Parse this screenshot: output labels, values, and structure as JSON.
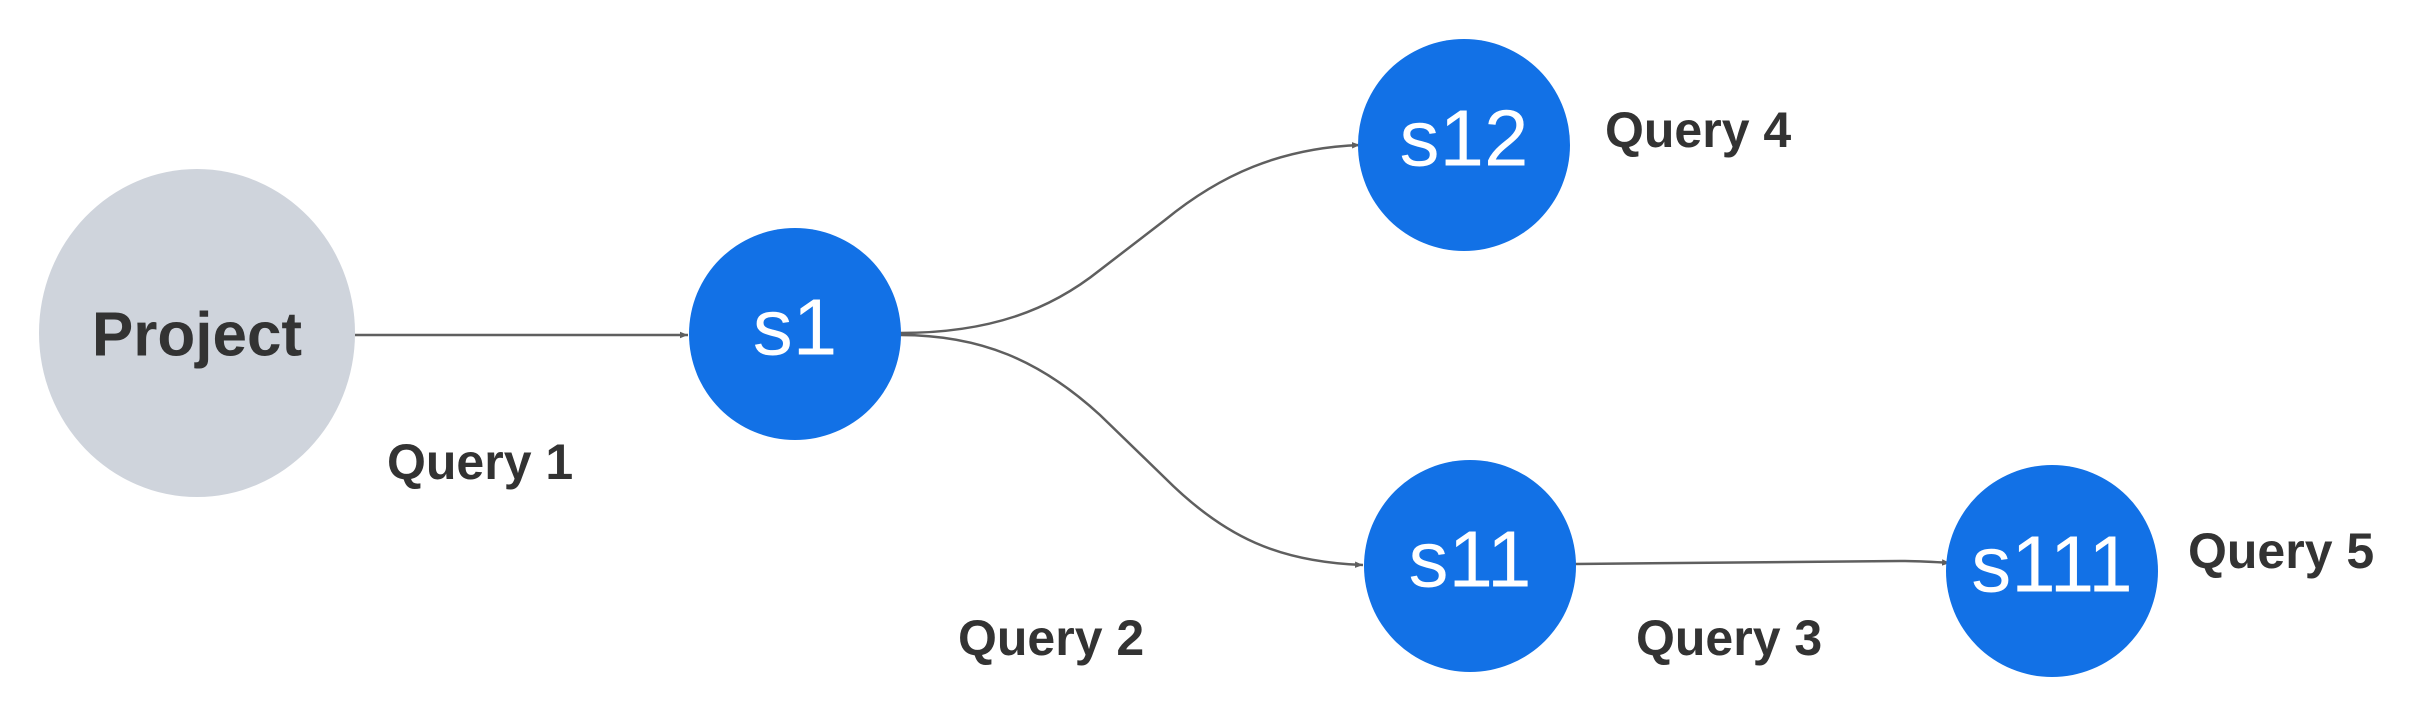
{
  "colors": {
    "node_blue": "#1271e6",
    "node_gray": "#cfd4dc",
    "text_dark": "#333333",
    "text_light": "#ffffff",
    "edge": "#5f5f5f"
  },
  "nodes": {
    "project": {
      "label": "Project"
    },
    "s1": {
      "label": "s1"
    },
    "s12": {
      "label": "s12"
    },
    "s11": {
      "label": "s11"
    },
    "s111": {
      "label": "s111"
    }
  },
  "edges": {
    "project_s1": {
      "label": "Query 1"
    },
    "s1_s11": {
      "label": "Query 2"
    },
    "s11_s111": {
      "label": "Query 3"
    },
    "s1_s12": {
      "label": "Query 4"
    },
    "s111": {
      "label": "Query 5"
    }
  }
}
